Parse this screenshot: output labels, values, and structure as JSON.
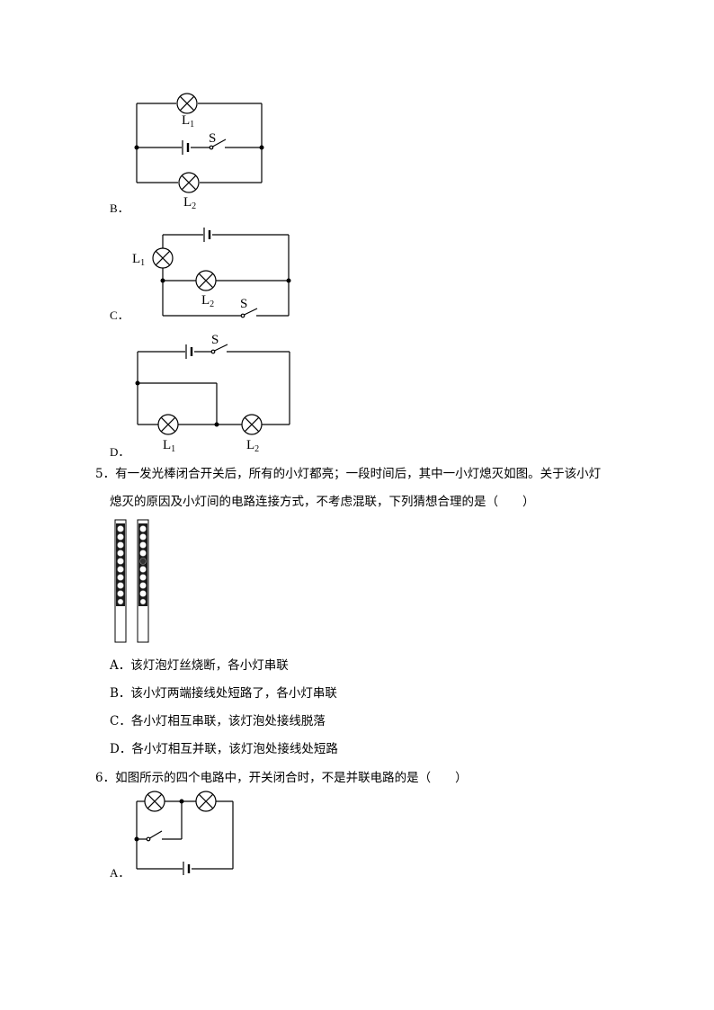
{
  "questions": {
    "q4": {
      "options": {
        "B": {
          "label": "B．",
          "l1": "L",
          "l1_sub": "1",
          "l2": "L",
          "l2_sub": "2",
          "s": "S"
        },
        "C": {
          "label": "C．",
          "l1": "L",
          "l1_sub": "1",
          "l2": "L",
          "l2_sub": "2",
          "s": "S"
        },
        "D": {
          "label": "D．",
          "l1": "L",
          "l1_sub": "1",
          "l2": "L",
          "l2_sub": "2",
          "s": "S"
        }
      }
    },
    "q5": {
      "line1": "5．有一发光棒闭合开关后，所有的小灯都亮；一段时间后，其中一小灯熄灭如图。关于该小灯",
      "line2": "熄灭的原因及小灯间的电路连接方式，不考虑混联，下列猜想合理的是（　　）",
      "options": {
        "A": "A．该灯泡灯丝烧断，各小灯串联",
        "B": "B．该小灯两端接线处短路了，各小灯串联",
        "C": "C．各小灯相互串联，该灯泡处接线脱落",
        "D": "D．各小灯相互并联，该灯泡处接线处短路"
      }
    },
    "q6": {
      "line1": "6．如图所示的四个电路中，开关闭合时，不是并联电路的是（　　）",
      "options": {
        "A": {
          "label": "A．"
        }
      }
    }
  },
  "icons": {
    "lamp": "lamp-icon",
    "battery": "battery-icon",
    "switch": "switch-icon",
    "junction": "junction-dot"
  },
  "colors": {
    "ink": "#000000",
    "glow_rod_dark": "#1a1a1a",
    "glow_rod_light": "#ffffff"
  }
}
